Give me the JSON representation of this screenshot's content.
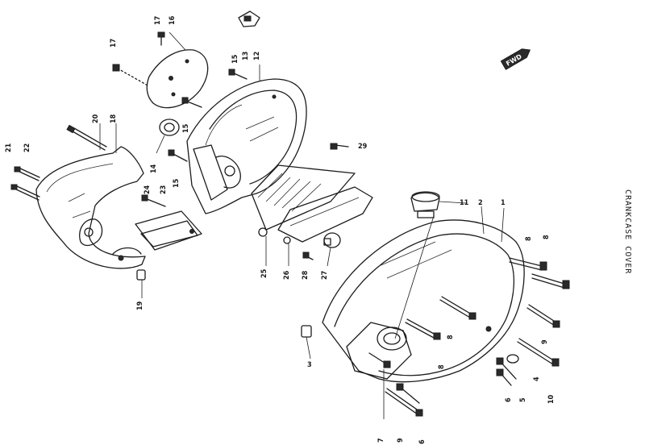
{
  "diagram": {
    "title": "CRANKCASE COVER",
    "fwd_label": "FWD"
  },
  "callouts": {
    "c1": "1",
    "c2": "2",
    "c3": "3",
    "c4": "4",
    "c5": "5",
    "c6a": "6",
    "c6b": "6",
    "c7": "7",
    "c8a": "8",
    "c8b": "8",
    "c8c": "8",
    "c8d": "8",
    "c9a": "9",
    "c9b": "9",
    "c10": "10",
    "c11": "11",
    "c12": "12",
    "c13": "13",
    "c14": "14",
    "c15a": "15",
    "c15b": "15",
    "c15c": "15",
    "c16": "16",
    "c17a": "17",
    "c17b": "17",
    "c18": "18",
    "c19": "19",
    "c20": "20",
    "c21": "21",
    "c22": "22",
    "c23": "23",
    "c24": "24",
    "c25": "25",
    "c26": "26",
    "c27": "27",
    "c28": "28",
    "c29": "29"
  }
}
